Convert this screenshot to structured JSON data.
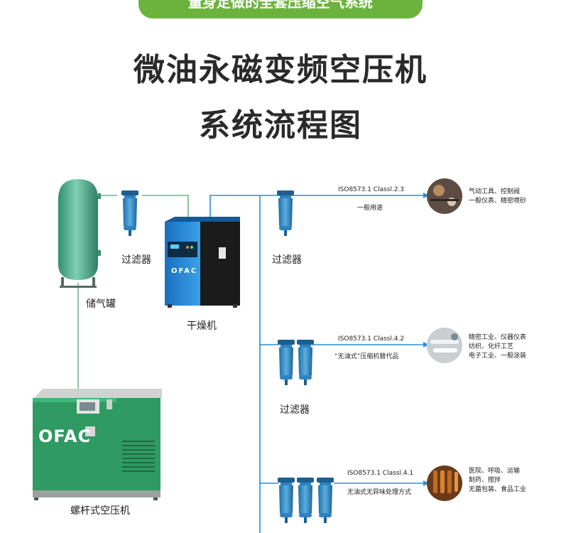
{
  "header": {
    "banner": "量身定做的全套压缩空气系统",
    "title_line1": "微油永磁变频空压机",
    "title_line2": "系统流程图"
  },
  "equipment": {
    "tank_label": "储气罐",
    "filter1_label": "过滤器",
    "dryer_label": "干燥机",
    "dryer_brand": "OFAC",
    "filter2_label": "过滤器",
    "filter3_label": "过滤器",
    "compressor_label": "螺杆式空压机",
    "compressor_brand": "OFAC"
  },
  "branches": [
    {
      "standard": "ISO8573.1 Classl.2.3",
      "usage": "一般用途",
      "applications": [
        "气动工具、控制阀",
        "一般仪表、精密喷砂"
      ]
    },
    {
      "standard": "ISO8573.1 Classl.4.2",
      "usage": "“无油式”压缩机替代品",
      "applications": [
        "精密工业、仪器仪表",
        "纺织、化纤工艺",
        "电子工业、一般涂装"
      ]
    },
    {
      "standard": "ISO8573.1 Classl.4.1",
      "usage": "无油式无异味处理方式",
      "applications": [
        "医院、呼吸、运输",
        "制药、搅拌",
        "无菌包装、食品工业"
      ]
    }
  ],
  "colors": {
    "banner_green": "#6cb33e",
    "pipe_green": "#6fb48a",
    "pipe_blue": "#2a8fd6",
    "filter_blue": "#2c83c1",
    "tank_teal": "#4fa98a",
    "dryer_blue": "#1f7fd0",
    "compressor_green": "#2f9a62"
  }
}
